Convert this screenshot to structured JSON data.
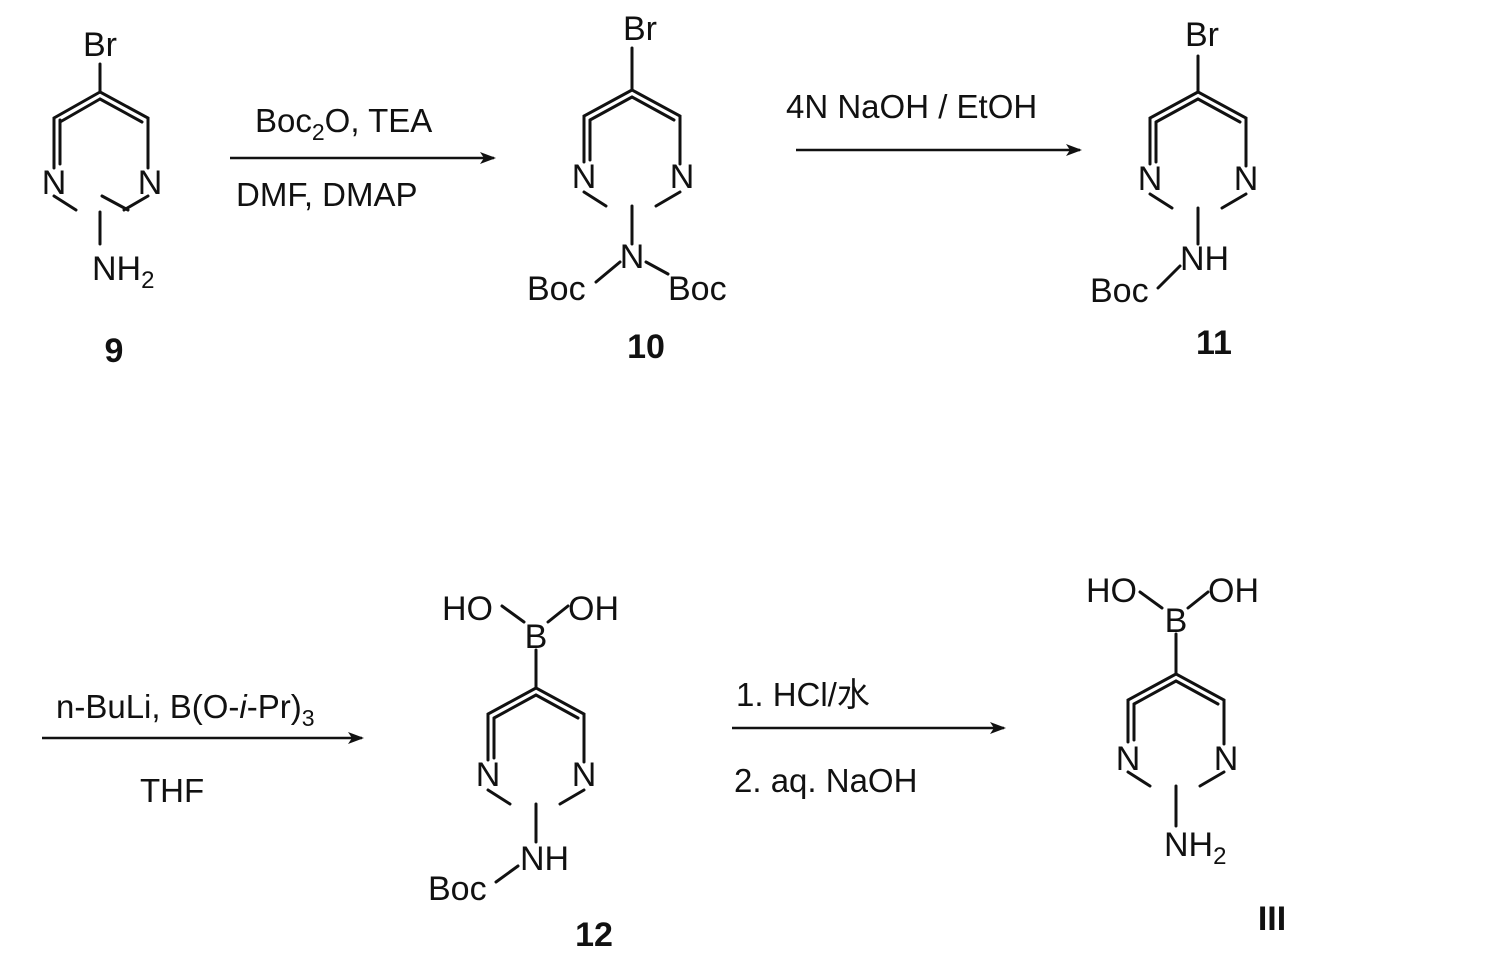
{
  "compounds": {
    "c9": {
      "number": "9",
      "atoms": {
        "top": "Br",
        "n_left": "N",
        "n_right": "N",
        "amine": "NH",
        "amine_sub": "2"
      }
    },
    "c10": {
      "number": "10",
      "atoms": {
        "top": "Br",
        "n_left": "N",
        "n_right": "N",
        "n_amide": "N",
        "boc_left": "Boc",
        "boc_right": "Boc"
      }
    },
    "c11": {
      "number": "11",
      "atoms": {
        "top": "Br",
        "n_left": "N",
        "n_right": "N",
        "nh": "NH",
        "boc": "Boc"
      }
    },
    "c12": {
      "number": "12",
      "atoms": {
        "boron": "B",
        "oh_left": "HO",
        "oh_right": "OH",
        "n_left": "N",
        "n_right": "N",
        "nh": "NH",
        "boc": "Boc"
      }
    },
    "cIII": {
      "number": "III",
      "atoms": {
        "boron": "B",
        "oh_left": "HO",
        "oh_right": "OH",
        "n_left": "N",
        "n_right": "N",
        "amine": "NH",
        "amine_sub": "2"
      }
    }
  },
  "steps": {
    "step1": {
      "above_a": "Boc",
      "above_sub": "2",
      "above_b": "O, TEA",
      "below": "DMF, DMAP"
    },
    "step2": {
      "above": "4N NaOH / EtOH"
    },
    "step3": {
      "above_a": "n-BuLi, B(O-",
      "above_i": "i",
      "above_b": "-Pr)",
      "above_sub": "3",
      "below": "THF"
    },
    "step4": {
      "line1": "1.  HCl/水",
      "line2": "2. aq. NaOH"
    }
  }
}
